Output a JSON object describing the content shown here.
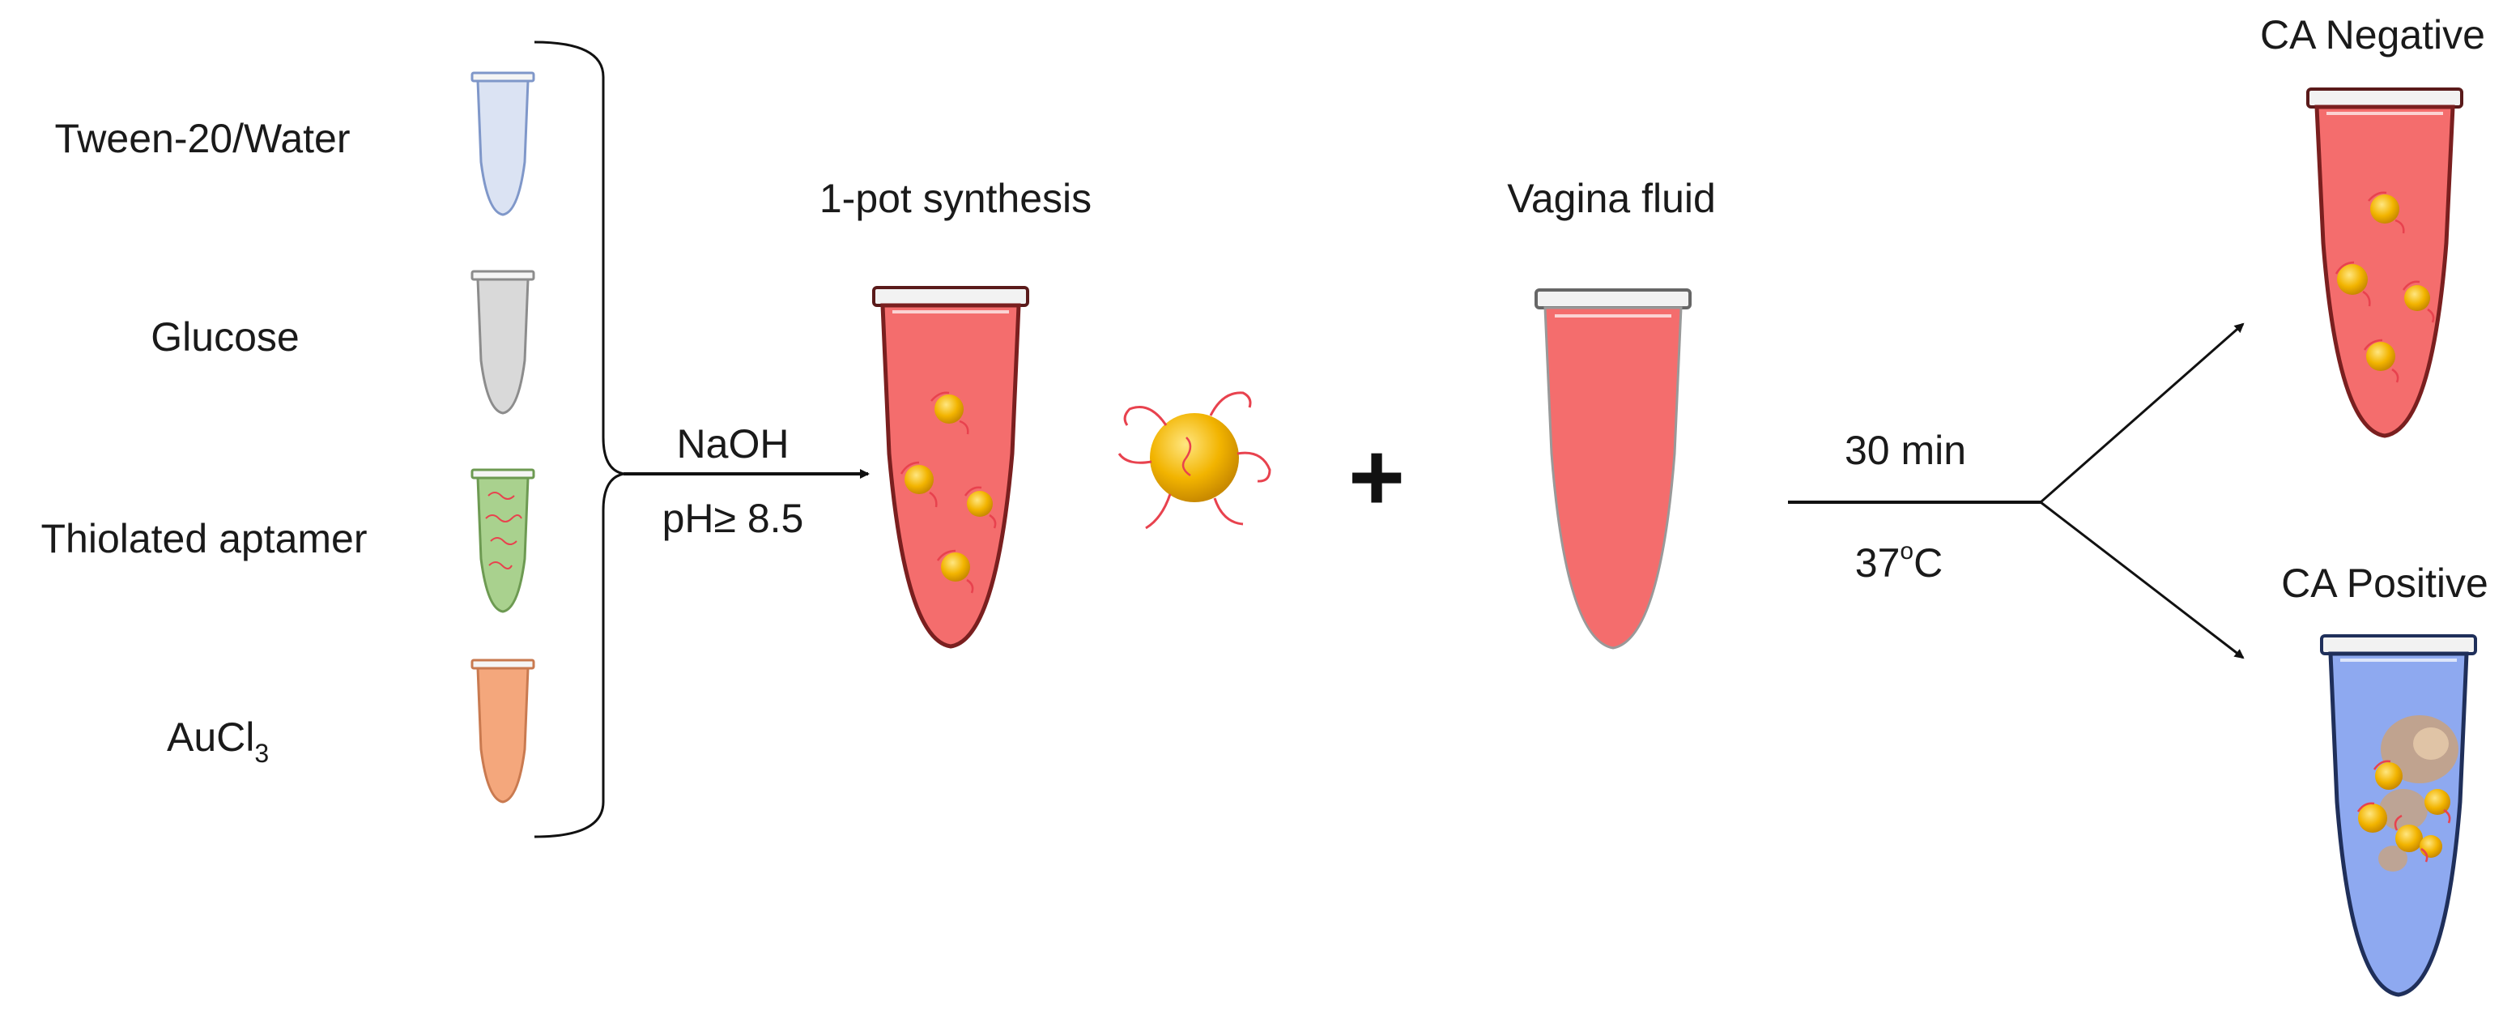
{
  "reagents": [
    {
      "label": "Tween-20/Water",
      "color": "#dbe3f3",
      "edge": "#7f97c9"
    },
    {
      "label": "Glucose",
      "color": "#d9d9d9",
      "edge": "#8c8c8c"
    },
    {
      "label": "Thiolated aptamer",
      "color": "#a9d18e",
      "edge": "#6d9a52"
    },
    {
      "label_main": "AuCl",
      "label_sub": "3",
      "color": "#f4a77c",
      "edge": "#c97a50"
    }
  ],
  "reaction": {
    "reagent": "NaOH",
    "condition": "pH≥ 8.5"
  },
  "synthesis_label": "1-pot synthesis",
  "plus_symbol": "+",
  "fluid_label": "Vagina fluid",
  "incubation": {
    "time": "30 min",
    "temp_main": "37",
    "temp_sup": "o",
    "temp_unit": "C"
  },
  "outcomes": [
    {
      "label": "CA Negative",
      "color": "#f46d6d"
    },
    {
      "label": "CA Positive",
      "color": "#8ea9f0"
    }
  ],
  "colors": {
    "red_solution": "#f46d6d",
    "blue_solution": "#8ea9f0",
    "gold_particle": "#f2b400",
    "aptamer_strand": "#e8424e",
    "cell": "#c9a27e"
  }
}
